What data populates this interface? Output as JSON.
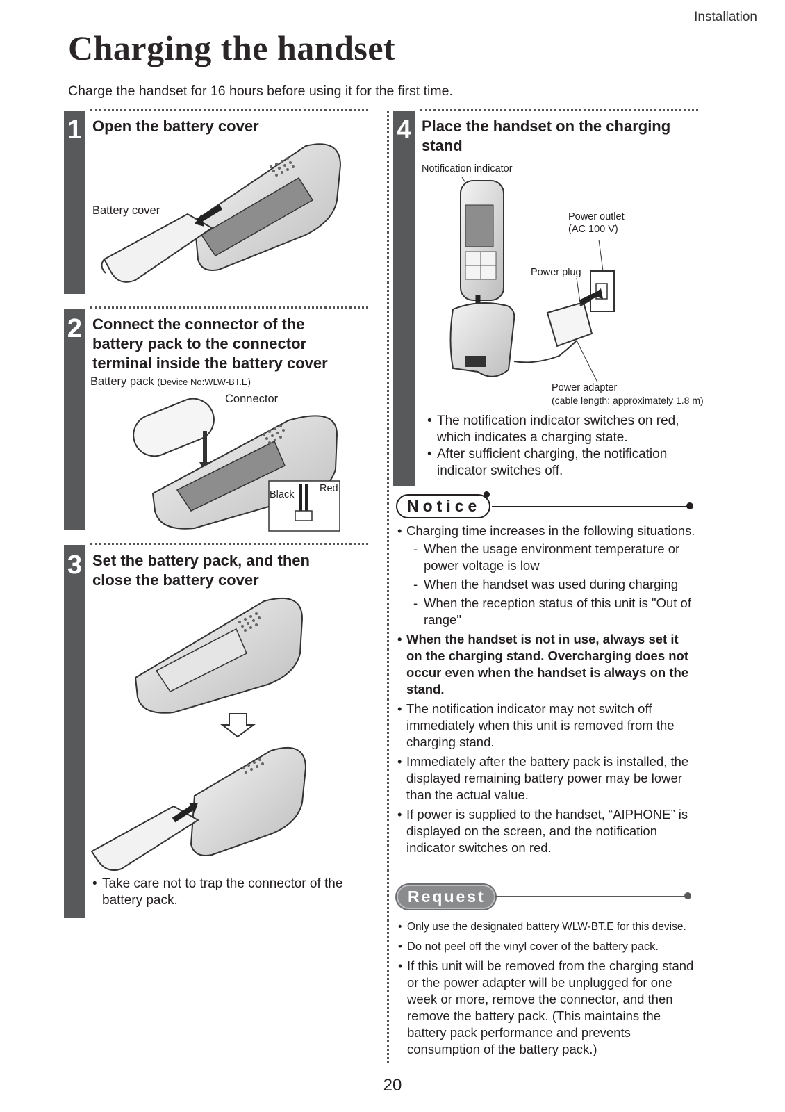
{
  "header": {
    "section": "Installation",
    "title": "Charging the handset"
  },
  "intro": "Charge the handset for 16 hours before using it for the first time.",
  "steps": [
    {
      "number": "1",
      "title": "Open the battery cover",
      "labels": {
        "battery_cover": "Battery cover"
      }
    },
    {
      "number": "2",
      "title_lines": [
        "Connect the connector of the",
        "battery pack to the connector",
        "terminal inside the battery cover"
      ],
      "labels": {
        "battery_pack": "Battery pack",
        "device_no": "(Device No:WLW-BT.E)",
        "connector": "Connector",
        "black": "Black",
        "red": "Red"
      }
    },
    {
      "number": "3",
      "title_lines": [
        "Set the battery pack, and then",
        "close the battery cover"
      ],
      "bullets": [
        "Take care not to trap the connector of the battery pack."
      ]
    },
    {
      "number": "4",
      "title_lines": [
        "Place the handset on the charging",
        "stand"
      ],
      "labels": {
        "notification_indicator": "Notification indicator",
        "power_outlet": "Power outlet",
        "power_outlet_spec": "(AC 100 V)",
        "power_plug": "Power plug",
        "power_adapter": "Power adapter",
        "cable_length": "(cable length: approximately 1.8 m)"
      },
      "bullets": [
        "The notification indicator switches on red, which indicates a charging state.",
        "After sufficient charging, the notification indicator switches off."
      ]
    }
  ],
  "notice": {
    "label": "Notice",
    "items": [
      {
        "text": "Charging time increases in the following situations.",
        "sub": [
          "When the usage environment temperature or power voltage is low",
          "When the handset was used during charging",
          "When the reception status of this unit is \"Out of range\""
        ]
      },
      {
        "text": "When the handset is not in use, always set it on the charging stand. Overcharging does not occur even when the handset is always on the stand."
      },
      {
        "text": "The notification indicator may not switch off immediately when this unit is removed from the charging stand."
      },
      {
        "text": "Immediately after the battery pack is installed, the displayed remaining battery power may be lower than the actual value."
      },
      {
        "text": "If power is supplied to the handset, “AIPHONE” is displayed on the screen, and the notification indicator switches on red."
      }
    ]
  },
  "request": {
    "label": "Request",
    "items": [
      "Only use the designated battery WLW-BT.E for this devise.",
      "Do not peel off the vinyl cover of the battery pack.",
      "If this unit will be removed from the charging stand or the power adapter will be unplugged for one week or more, remove the connector, and then remove the battery pack. (This maintains the battery pack performance and prevents consumption of the battery pack.)"
    ]
  },
  "footer": {
    "page_number": "20"
  }
}
